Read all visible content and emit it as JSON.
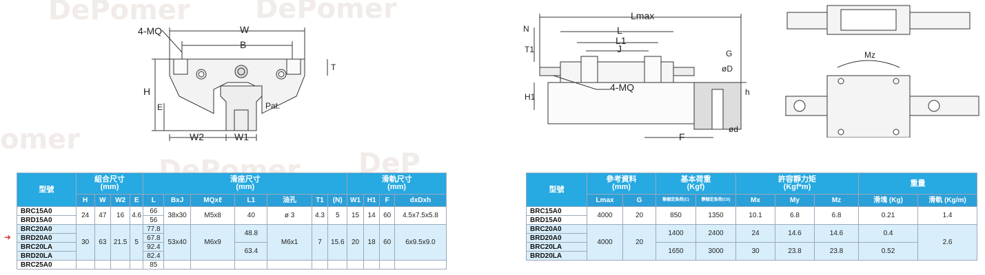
{
  "watermarks": [
    "DePomer",
    "DePomer",
    "omer",
    "DePomer",
    "DeP"
  ],
  "left_drawing": {
    "labels": {
      "mq": "4-MQ",
      "w": "W",
      "b": "B",
      "h": "H",
      "e": "E",
      "w2": "W2",
      "w1": "W1",
      "pat": "Pat.",
      "t": "T"
    }
  },
  "right_drawing": {
    "labels": {
      "lmax": "Lmax",
      "l": "L",
      "l1": "L1",
      "j": "J",
      "n": "N",
      "t1": "T1",
      "h1": "H1",
      "mq": "4-MQ",
      "g": "G",
      "d": "øD",
      "h": "h",
      "f": "F",
      "phi_d": "ød",
      "mz": "Mz"
    }
  },
  "left_table": {
    "header_model": "型號",
    "group1": "組合尺寸\n(mm)",
    "group2": "滑座尺寸\n(mm)",
    "group3": "滑軌尺寸\n(mm)",
    "cols": [
      "H",
      "W",
      "W2",
      "E",
      "L",
      "BxJ",
      "MQxℓ",
      "L1",
      "油孔",
      "T1",
      "(N)",
      "W1",
      "H1",
      "F",
      "dxDxh"
    ],
    "rows": [
      {
        "models": [
          "BRC15A0",
          "BRD15A0"
        ],
        "H": "24",
        "W": "47",
        "W2": "16",
        "E": "4.6",
        "L": [
          "66",
          "56"
        ],
        "BxJ": "38x30",
        "MQ": "M5x8",
        "L1": [
          "40"
        ],
        "oil": "ø 3",
        "T1": "4.3",
        "N": "5",
        "W1": "15",
        "H1": "14",
        "F": "60",
        "dDh": "4.5x7.5x5.8"
      },
      {
        "models": [
          "BRC20A0",
          "BRD20A0",
          "BRC20LA",
          "BRD20LA"
        ],
        "H": "30",
        "W": "63",
        "W2": "21.5",
        "E": "5",
        "L": [
          "77.8",
          "67.8",
          "92.4",
          "82.4"
        ],
        "BxJ": "53x40",
        "MQ": "M6x9",
        "L1": [
          "48.8",
          "63.4"
        ],
        "oil": "M6x1",
        "T1": "7",
        "N": "15.6",
        "W1": "20",
        "H1": "18",
        "F": "60",
        "dDh": "6x9.5x9.0"
      }
    ],
    "partial_row": {
      "model": "BRC25A0",
      "L": "85"
    }
  },
  "right_table": {
    "header_model": "型號",
    "group1": "參考資料\n(mm)",
    "group2": "基本荷重\n(Kgf)",
    "group3": "許容靜力矩\n(Kgf*m)",
    "group4": "重量",
    "cols": [
      "Lmax",
      "G",
      "動額定負荷(C)",
      "靜額定負荷(C0)",
      "Mx",
      "My",
      "Mz",
      "滑塊 (Kg)",
      "滑軌 (Kg/m)"
    ],
    "rows": [
      {
        "models": [
          "BRC15A0",
          "BRD15A0"
        ],
        "Lmax": "4000",
        "G": "20",
        "C": [
          "850"
        ],
        "C0": [
          "1350"
        ],
        "Mx": [
          "10.1"
        ],
        "My": [
          "6.8"
        ],
        "Mz": [
          "6.8"
        ],
        "block": [
          "0.21"
        ],
        "rail": "1.4"
      },
      {
        "models": [
          "BRC20A0",
          "BRD20A0",
          "BRC20LA",
          "BRD20LA"
        ],
        "Lmax": "4000",
        "G": "20",
        "C": [
          "1400",
          "1650"
        ],
        "C0": [
          "2400",
          "3000"
        ],
        "Mx": [
          "24",
          "30"
        ],
        "My": [
          "14.6",
          "23.8"
        ],
        "Mz": [
          "14.6",
          "23.8"
        ],
        "block": [
          "0.4",
          "0.52"
        ],
        "rail": "2.6"
      }
    ]
  },
  "colors": {
    "header_blue": "#27a9e1",
    "row_blue": "#d8eefa",
    "arrow_red": "#dd3333"
  }
}
